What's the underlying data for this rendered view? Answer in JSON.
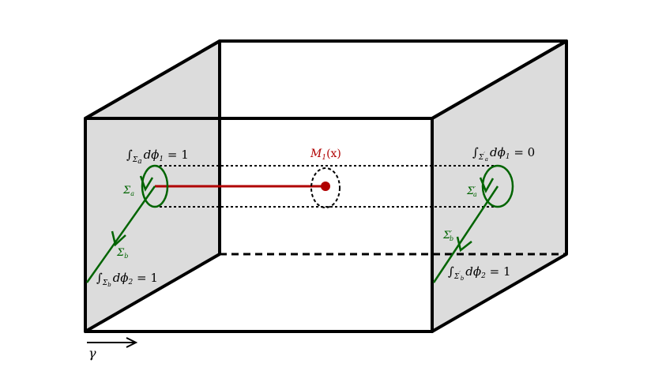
{
  "colors": {
    "box_edge": "#000000",
    "side_face": "#dcdcdc",
    "green": "#006400",
    "red": "#b00000"
  },
  "labels": {
    "integral_phi1_left": {
      "sigma": "Σ",
      "sub": "a",
      "rest": "dϕ",
      "idx": "1",
      "eq": " = 1"
    },
    "integral_phi1_right": {
      "sigma": "Σ",
      "sub": "a",
      "prime": "′",
      "rest": "dϕ",
      "idx": "1",
      "eq": " = 0"
    },
    "integral_phi2_left": {
      "sigma": "Σ",
      "sub": "b",
      "rest": "dϕ",
      "idx": "2",
      "eq": " = 1"
    },
    "integral_phi2_right": {
      "sigma": "Σ",
      "sub": "b",
      "prime": "′",
      "rest": "dϕ",
      "idx": "2",
      "eq": " = 1"
    },
    "sigma_a": {
      "sym": "Σ",
      "sub": "a"
    },
    "sigma_b": {
      "sym": "Σ",
      "sub": "b"
    },
    "sigma_a_prime": {
      "sym": "Σ",
      "prime": "′",
      "sub": "a"
    },
    "sigma_b_prime": {
      "sym": "Σ",
      "prime": "′",
      "sub": "b"
    },
    "operator": {
      "name": "M",
      "idx": "1",
      "arg": "(x)"
    },
    "gamma": "γ"
  }
}
